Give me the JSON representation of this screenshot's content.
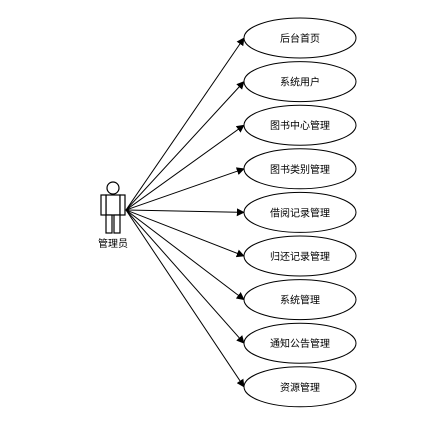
{
  "actor": {
    "label": "管理员"
  },
  "use_cases": [
    {
      "id": "home",
      "label": "后台首页"
    },
    {
      "id": "users",
      "label": "系统用户"
    },
    {
      "id": "book-center",
      "label": "图书中心管理"
    },
    {
      "id": "book-category",
      "label": "图书类别管理"
    },
    {
      "id": "borrow-records",
      "label": "借阅记录管理"
    },
    {
      "id": "return-records",
      "label": "归还记录管理"
    },
    {
      "id": "system",
      "label": "系统管理"
    },
    {
      "id": "notices",
      "label": "通知公告管理"
    },
    {
      "id": "resources",
      "label": "资源管理"
    }
  ]
}
